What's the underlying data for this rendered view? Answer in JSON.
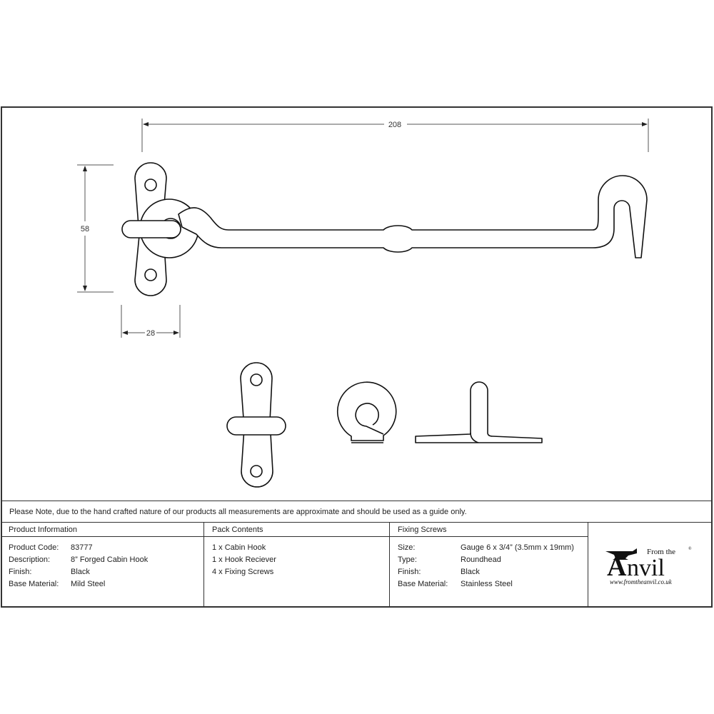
{
  "drawing": {
    "dimensions": {
      "overall_length": "208",
      "height": "58",
      "plate_width": "28"
    },
    "parts": [
      "cabin-hook-assembly",
      "hook-plate-front-view",
      "hook-receiver-eye",
      "hook-receiver-side-view"
    ]
  },
  "note": "Please Note, due to the hand crafted nature of our products all measurements are approximate and should be used as a guide only.",
  "product_information": {
    "heading": "Product Information",
    "rows": [
      {
        "label": "Product Code:",
        "value": "83777"
      },
      {
        "label": "Description:",
        "value": "8” Forged Cabin Hook"
      },
      {
        "label": "Finish:",
        "value": "Black"
      },
      {
        "label": "Base Material:",
        "value": "Mild Steel"
      }
    ]
  },
  "pack_contents": {
    "heading": "Pack Contents",
    "items": [
      "1 x Cabin Hook",
      "1 x Hook Reciever",
      "4 x Fixing Screws"
    ]
  },
  "fixing_screws": {
    "heading": "Fixing Screws",
    "rows": [
      {
        "label": "Size:",
        "value": "Gauge 6 x 3/4” (3.5mm x 19mm)"
      },
      {
        "label": "Type:",
        "value": "Roundhead"
      },
      {
        "label": "Finish:",
        "value": "Black"
      },
      {
        "label": "Base Material:",
        "value": "Stainless Steel"
      }
    ]
  },
  "logo": {
    "from_the": "From the",
    "brand": "nvil",
    "brand_initial": "A",
    "registered": "®",
    "url": "www.fromtheanvil.co.uk"
  }
}
